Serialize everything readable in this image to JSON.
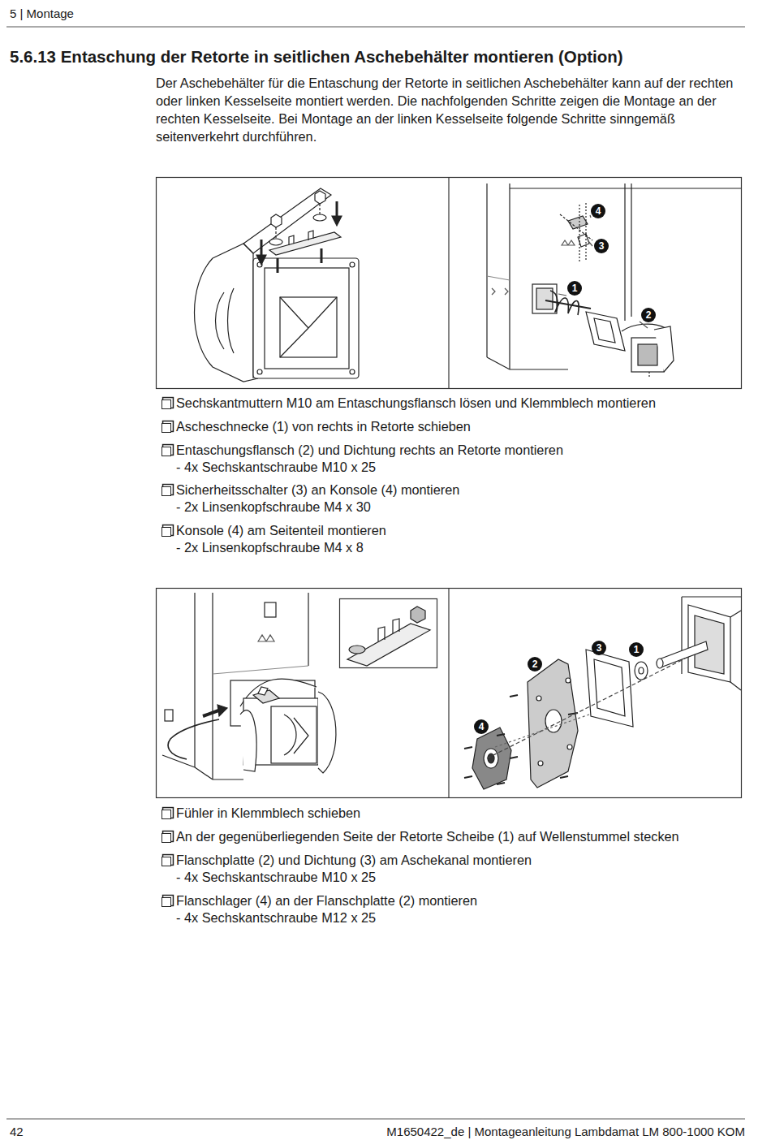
{
  "diagram": {
    "title": "5.6.13 Entaschung der Retorte in seitlichen Aschebehälter montieren (Option)",
    "labels": [
      "5 | Montage",
      "Der Aschebehälter für die Entaschung der Retorte in seitlichen Aschebehälter kann auf der rechten oder linken Kesselseite montiert werden. Die nachfolgenden Schritte zeigen die Montage an der rechten Kesselseite. Bei Montage an der linken Kesselseite folgende Schritte sinngemäß seitenverkehrt durchführen.",
      "4",
      "3",
      "1",
      "2",
      "Sechskantmuttern M10 am Entaschungsflansch lösen und Klemmblech montieren",
      "Ascheschnecke (1) von rechts in Retorte schieben",
      "Entaschungsflansch (2) und Dichtung rechts an Retorte montieren",
      "- 4x Sechskantschraube M10 x 25",
      "Sicherheitsschalter (3) an Konsole (4) montieren",
      "- 2x Linsenkopfschraube M4 x 30",
      "Konsole (4) am Seitenteil montieren",
      "- 2x Linsenkopfschraube M4 x 8",
      "2",
      "3",
      "1",
      "4",
      "Fühler in Klemmblech schieben",
      "An der gegenüberliegenden Seite der Retorte Scheibe (1) auf Wellenstummel stecken",
      "Flanschplatte (2) und Dichtung (3) am Aschekanal montieren",
      "- 4x Sechskantschraube M10 x 25",
      "Flanschlager (4) an der Flanschplatte (2) montieren",
      "- 4x Sechskantschraube M12 x 25",
      "42",
      "M1650422_de | Montageanleitung Lambdamat LM 800-1000 KOM"
    ]
  }
}
